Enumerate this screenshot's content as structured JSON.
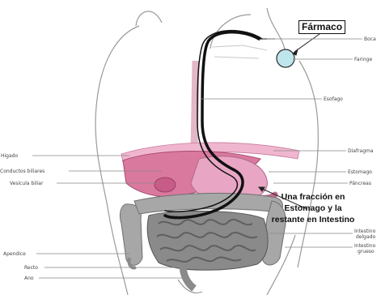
{
  "callouts": {
    "drug": "Fármaco",
    "fraction_line1": "Una fracción en",
    "fraction_line2": "Estomago y la",
    "fraction_line3": "restante en Intestino"
  },
  "labels": {
    "left": {
      "liver": "Higado",
      "bile_ducts": "Conductos biliares",
      "gallbladder": "Vesicula biliar",
      "appendix": "Apendice",
      "rectum": "Recto",
      "anus": "Ano"
    },
    "right": {
      "mouth": "Boca",
      "pharynx": "Faringe",
      "esophagus": "Esofago",
      "diaphragm": "Diafragma",
      "stomach": "Estomago",
      "pancreas": "Páncreas",
      "small_int_1": "Intestino",
      "small_int_2": "delgado",
      "large_int_1": "Intestino",
      "large_int_2": "grueso"
    }
  },
  "colors": {
    "liver": "#d9799e",
    "stomach": "#e8a6c4",
    "diaphragm": "#f0b6cf",
    "intestine": "#8a8a8a",
    "path": "#111111",
    "pill": "#bfe6ec"
  }
}
